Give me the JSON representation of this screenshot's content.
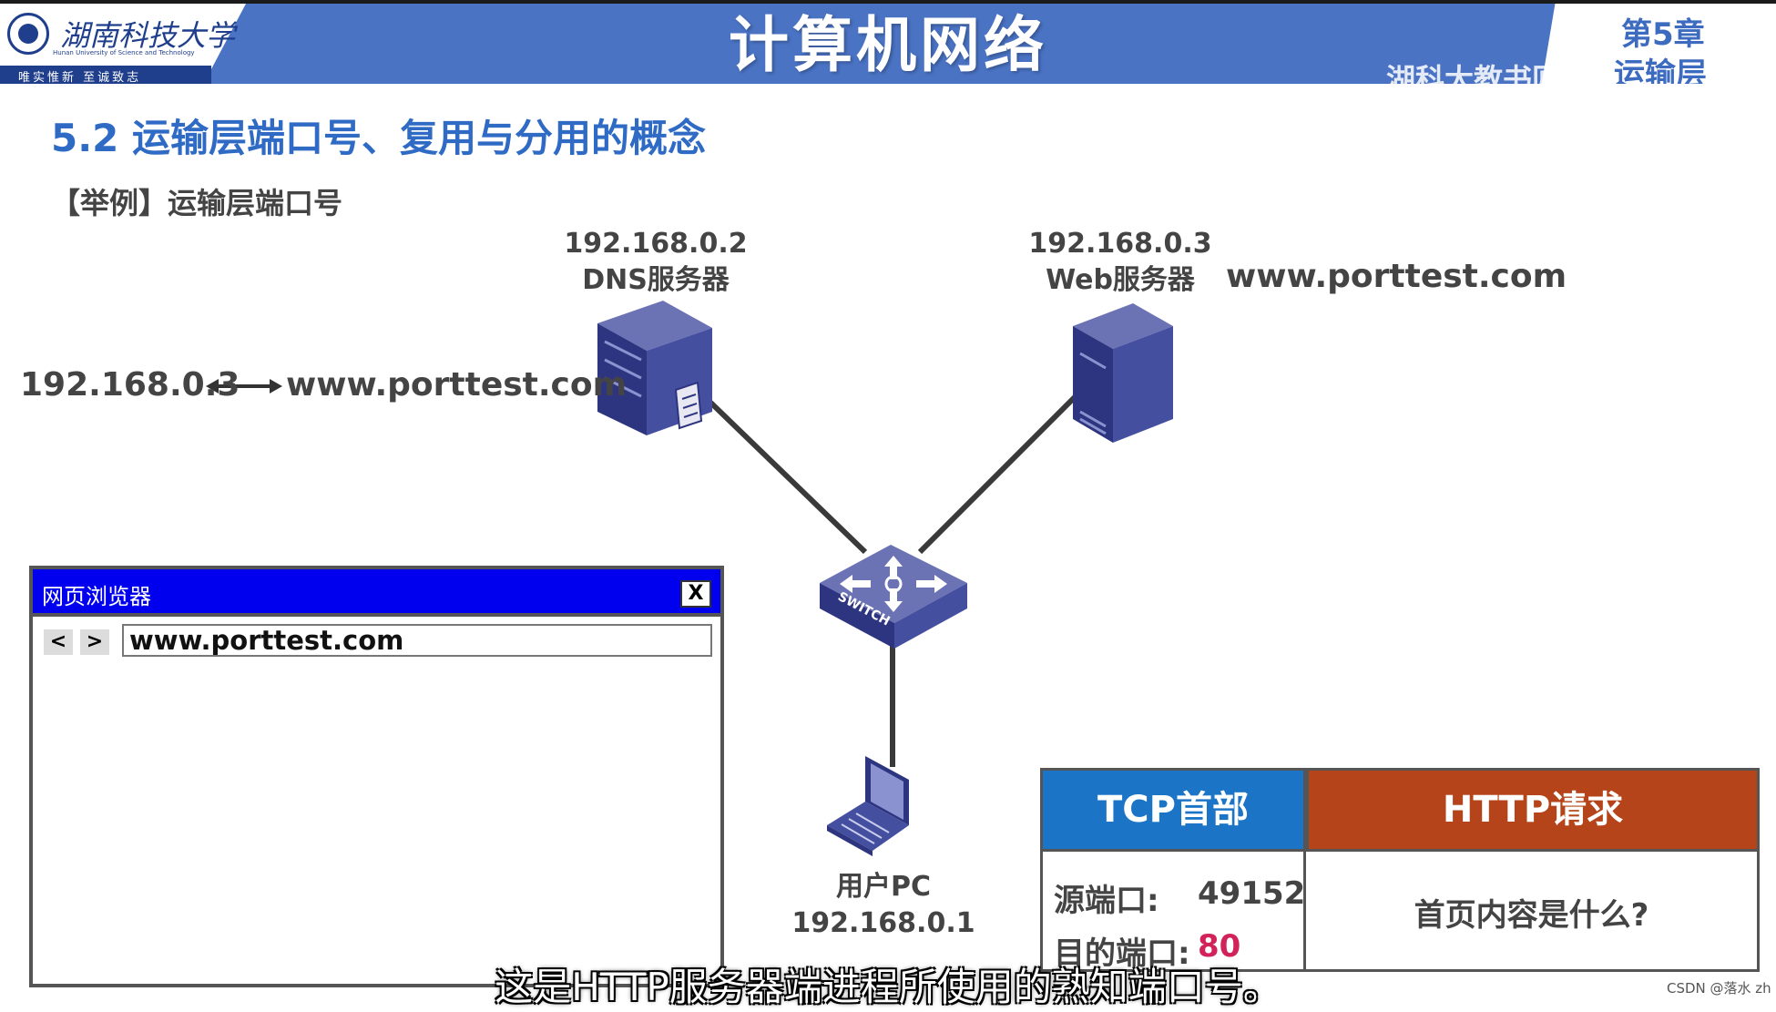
{
  "header": {
    "university_name": "湖南科技大学",
    "university_name_en": "Hunan University of Science and Technology",
    "motto": "唯实惟新 至诚致志",
    "course_title": "计算机网络",
    "chapter_label": "第5章",
    "chapter_name": "运输层",
    "overlay_text": "湖科大教书匠"
  },
  "slide": {
    "title": "5.2 运输层端口号、复用与分用的概念",
    "example_label": "【举例】运输层端口号"
  },
  "network": {
    "dns_server": {
      "ip": "192.168.0.2",
      "role": "DNS服务器"
    },
    "web_server": {
      "ip": "192.168.0.3",
      "role": "Web服务器",
      "domain": "www.porttest.com"
    },
    "dns_record": {
      "ip": "192.168.0.3",
      "domain": "www.porttest.com"
    },
    "switch_label": "SWITCH",
    "user_pc": {
      "role": "用户PC",
      "ip": "192.168.0.1"
    }
  },
  "browser": {
    "title": "网页浏览器",
    "close_label": "X",
    "back_label": "<",
    "forward_label": ">",
    "url": "www.porttest.com"
  },
  "packet": {
    "tcp_header_label": "TCP首部",
    "http_label": "HTTP请求",
    "src_port_label": "源端口:",
    "src_port_value": "49152",
    "dst_port_label": "目的端口:",
    "dst_port_value": "80",
    "http_content": "首页内容是什么?"
  },
  "subtitle": "这是HTTP服务器端进程所使用的熟知端口号。",
  "watermark": "CSDN @落水 zh",
  "colors": {
    "header_blue": "#4a73c4",
    "title_blue": "#2f6bc4",
    "tcp_blue": "#1b74c6",
    "http_red": "#b5441a",
    "dst_port_pink": "#d2225a",
    "browser_titlebar": "#0000ee"
  }
}
